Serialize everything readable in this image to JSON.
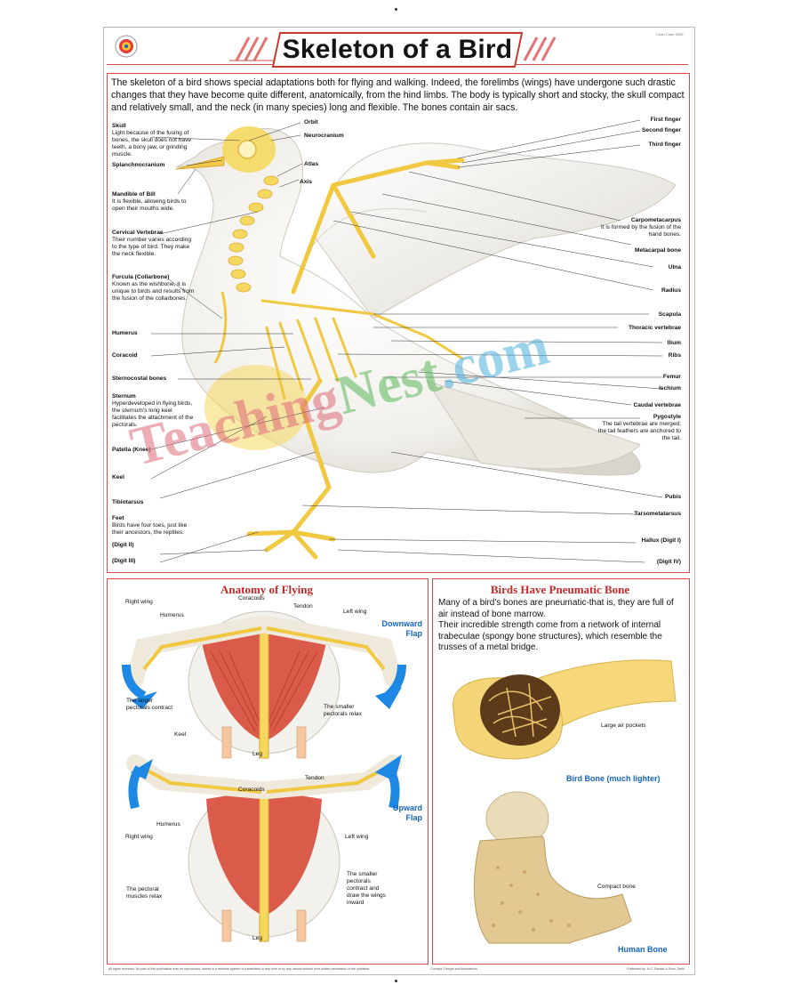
{
  "poster": {
    "title": "Skeleton of a Bird",
    "chart_code": "Chart Code 3036",
    "intro": "The skeleton of a bird shows special adaptations both for flying and walking. Indeed, the forelimbs (wings) have undergone such drastic changes that they have become quite different, anatomically, from the hind limbs. The body is typically short and stocky, the skull compact and relatively small, and the neck (in many species) long and flexible. The bones contain air sacs."
  },
  "left_labels": [
    {
      "name": "Skull",
      "desc": "Light because of the fusing of bones, the skull does not have teeth, a bony jaw, or grinding muscle."
    },
    {
      "name": "Splanchnocranium",
      "desc": ""
    },
    {
      "name": "Mandible of Bill",
      "desc": "It is flexible, allowing birds to open their mouths wide."
    },
    {
      "name": "Cervical Vertebrae",
      "desc": "Their number varies according to the type of bird. They make the neck flexible."
    },
    {
      "name": "Furcula (Collarbone)",
      "desc": "Known as the wishbone, it is unique to birds and results from the fusion of the collarbones."
    },
    {
      "name": "Humerus",
      "desc": ""
    },
    {
      "name": "Coracoid",
      "desc": ""
    },
    {
      "name": "Sternocostal bones",
      "desc": ""
    },
    {
      "name": "Sternum",
      "desc": "Hyperdeveloped in flying birds, the sternum's long keel facilitates the attachment of the pectorals."
    },
    {
      "name": "Patella (Knee)",
      "desc": ""
    },
    {
      "name": "Keel",
      "desc": ""
    },
    {
      "name": "Tibiotarsus",
      "desc": ""
    },
    {
      "name": "Feet",
      "desc": "Birds have four toes, just like their ancestors, the reptiles."
    },
    {
      "name": "(Digit II)",
      "desc": ""
    },
    {
      "name": "(Digit III)",
      "desc": ""
    }
  ],
  "mid_labels": [
    "Orbit",
    "Neurocranium",
    "Atlas",
    "Axis"
  ],
  "right_labels": [
    {
      "name": "First finger",
      "desc": ""
    },
    {
      "name": "Second finger",
      "desc": ""
    },
    {
      "name": "Third finger",
      "desc": ""
    },
    {
      "name": "Carpometacarpus",
      "desc": "It is formed by the fusion of the hand bones."
    },
    {
      "name": "Metacarpal bone",
      "desc": ""
    },
    {
      "name": "Ulna",
      "desc": ""
    },
    {
      "name": "Radius",
      "desc": ""
    },
    {
      "name": "Scapula",
      "desc": ""
    },
    {
      "name": "Thoracic vertebrae",
      "desc": ""
    },
    {
      "name": "Ilium",
      "desc": ""
    },
    {
      "name": "Ribs",
      "desc": ""
    },
    {
      "name": "Femur",
      "desc": ""
    },
    {
      "name": "Ischium",
      "desc": ""
    },
    {
      "name": "Caudal vertebrae",
      "desc": ""
    },
    {
      "name": "Pygostyle",
      "desc": "The tail vertebrae are merged; the tail feathers are anchored to the tail."
    },
    {
      "name": "Pubis",
      "desc": ""
    },
    {
      "name": "Tarsometatarsus",
      "desc": ""
    },
    {
      "name": "Hallux (Digit I)",
      "desc": ""
    },
    {
      "name": "(Digit IV)",
      "desc": ""
    }
  ],
  "flying": {
    "title": "Anatomy of Flying",
    "down": {
      "labels": [
        "Right wing",
        "Humerus",
        "Coracoids",
        "Tendon",
        "Left wing",
        "The larger pectorals contract",
        "Keel",
        "The smaller pectorals relax",
        "Leg"
      ],
      "flap_line1": "Downward",
      "flap_line2": "Flap"
    },
    "up": {
      "labels": [
        "Coracoids",
        "Tendon",
        "Humerus",
        "Right wing",
        "Left wing",
        "The pectoral muscles relax",
        "The smaller pectorals contract and draw the wings inward",
        "Leg"
      ],
      "flap_line1": "Upward",
      "flap_line2": "Flap"
    }
  },
  "pneumatic": {
    "title": "Birds Have Pneumatic Bone",
    "text": "Many of a bird's bones are pneumatic-that is, they are full of air instead of bone marrow.\nTheir incredible strength come from a network of internal trabeculae (spongy bone structures), which resemble the trusses of a metal bridge.",
    "bird_bone_label": "Large air pockets",
    "bird_bone_caption": "Bird Bone (much lighter)",
    "human_bone_label": "Compact bone",
    "human_bone_caption": "Human Bone"
  },
  "footer": {
    "left": "All rights reserved. No part of this publication may be reproduced, stored in a retrieval system or transmitted in any form or by any means without prior written permission of the publisher.",
    "middle": "Concept, Design and Illustrations",
    "right": "Published by: M.C. Bansal & Sons, Delhi"
  },
  "watermark": {
    "word1": "Teaching",
    "word2": "Nest",
    "suffix": ".com"
  },
  "colors": {
    "accent_red": "#c62828",
    "frame_red": "#d34a4a",
    "bone_yellow": "#f6d860",
    "blue_arrow": "#1e88e5",
    "muscle_red": "#d84a3a"
  }
}
